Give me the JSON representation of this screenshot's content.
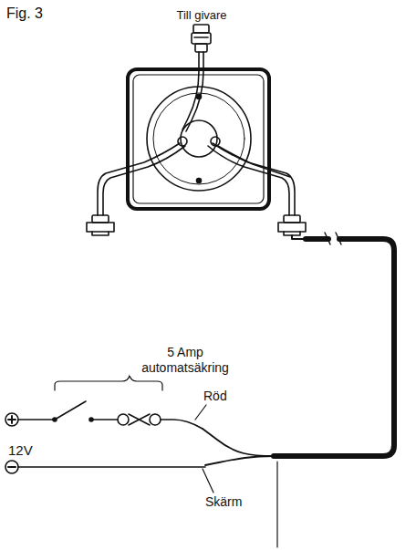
{
  "diagram": {
    "labels": [
      "Fig. 3",
      "Till givare",
      "5 Amp automatsäkring",
      "Röd",
      "12V",
      "Skärm"
    ]
  }
}
